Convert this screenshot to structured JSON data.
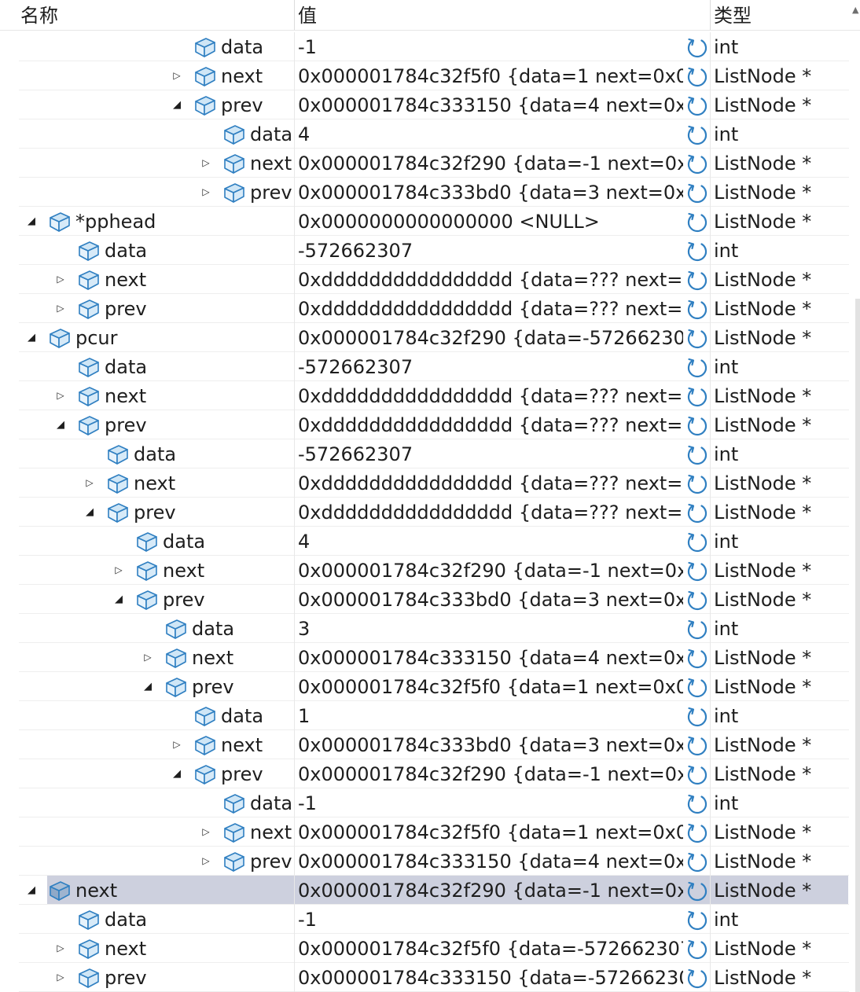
{
  "header": {
    "name": "名称",
    "value": "值",
    "type": "类型"
  },
  "colors": {
    "icon_fill": "#cfe6f6",
    "icon_stroke": "#2f7fc1",
    "refresh": "#2f7fc1",
    "selected_row": "#cdd0de"
  },
  "icons": {
    "object": "object-box-icon",
    "refresh": "refresh-icon",
    "expanded": "triangle-down-right",
    "collapsed": "triangle-right"
  },
  "rows": [
    {
      "depth": 6,
      "toggle": "none",
      "name": "data",
      "value": "-1",
      "type": "int"
    },
    {
      "depth": 6,
      "toggle": "collapsed",
      "name": "next",
      "value": "0x000001784c32f5f0 {data=1 next=0x00...",
      "type": "ListNode *"
    },
    {
      "depth": 6,
      "toggle": "expanded",
      "name": "prev",
      "value": "0x000001784c333150 {data=4 next=0x0...",
      "type": "ListNode *"
    },
    {
      "depth": 7,
      "toggle": "none",
      "name": "data",
      "value": "4",
      "type": "int"
    },
    {
      "depth": 7,
      "toggle": "collapsed",
      "name": "next",
      "value": "0x000001784c32f290 {data=-1 next=0x0...",
      "type": "ListNode *"
    },
    {
      "depth": 7,
      "toggle": "collapsed",
      "name": "prev",
      "value": "0x000001784c333bd0 {data=3 next=0x0...",
      "type": "ListNode *"
    },
    {
      "depth": 1,
      "toggle": "expanded",
      "name": "*pphead",
      "value": "0x0000000000000000 <NULL>",
      "type": "ListNode *"
    },
    {
      "depth": 2,
      "toggle": "none",
      "name": "data",
      "value": "-572662307",
      "type": "int"
    },
    {
      "depth": 2,
      "toggle": "collapsed",
      "name": "next",
      "value": "0xdddddddddddddddd {data=??? next=?...",
      "type": "ListNode *"
    },
    {
      "depth": 2,
      "toggle": "collapsed",
      "name": "prev",
      "value": "0xdddddddddddddddd {data=??? next=?...",
      "type": "ListNode *"
    },
    {
      "depth": 1,
      "toggle": "expanded",
      "name": "pcur",
      "value": "0x000001784c32f290 {data=-572662307 ...",
      "type": "ListNode *"
    },
    {
      "depth": 2,
      "toggle": "none",
      "name": "data",
      "value": "-572662307",
      "type": "int"
    },
    {
      "depth": 2,
      "toggle": "collapsed",
      "name": "next",
      "value": "0xdddddddddddddddd {data=??? next=?...",
      "type": "ListNode *"
    },
    {
      "depth": 2,
      "toggle": "expanded",
      "name": "prev",
      "value": "0xdddddddddddddddd {data=??? next=?...",
      "type": "ListNode *"
    },
    {
      "depth": 3,
      "toggle": "none",
      "name": "data",
      "value": "-572662307",
      "type": "int"
    },
    {
      "depth": 3,
      "toggle": "collapsed",
      "name": "next",
      "value": "0xdddddddddddddddd {data=??? next=?...",
      "type": "ListNode *"
    },
    {
      "depth": 3,
      "toggle": "expanded",
      "name": "prev",
      "value": "0xdddddddddddddddd {data=??? next=?...",
      "type": "ListNode *"
    },
    {
      "depth": 4,
      "toggle": "none",
      "name": "data",
      "value": "4",
      "type": "int"
    },
    {
      "depth": 4,
      "toggle": "collapsed",
      "name": "next",
      "value": "0x000001784c32f290 {data=-1 next=0x0...",
      "type": "ListNode *"
    },
    {
      "depth": 4,
      "toggle": "expanded",
      "name": "prev",
      "value": "0x000001784c333bd0 {data=3 next=0x0...",
      "type": "ListNode *"
    },
    {
      "depth": 5,
      "toggle": "none",
      "name": "data",
      "value": "3",
      "type": "int"
    },
    {
      "depth": 5,
      "toggle": "collapsed",
      "name": "next",
      "value": "0x000001784c333150 {data=4 next=0x0...",
      "type": "ListNode *"
    },
    {
      "depth": 5,
      "toggle": "expanded",
      "name": "prev",
      "value": "0x000001784c32f5f0 {data=1 next=0x00...",
      "type": "ListNode *"
    },
    {
      "depth": 6,
      "toggle": "none",
      "name": "data",
      "value": "1",
      "type": "int"
    },
    {
      "depth": 6,
      "toggle": "collapsed",
      "name": "next",
      "value": "0x000001784c333bd0 {data=3 next=0x0...",
      "type": "ListNode *"
    },
    {
      "depth": 6,
      "toggle": "expanded",
      "name": "prev",
      "value": "0x000001784c32f290 {data=-1 next=0x0...",
      "type": "ListNode *"
    },
    {
      "depth": 7,
      "toggle": "none",
      "name": "data",
      "value": "-1",
      "type": "int"
    },
    {
      "depth": 7,
      "toggle": "collapsed",
      "name": "next",
      "value": "0x000001784c32f5f0 {data=1 next=0x00...",
      "type": "ListNode *"
    },
    {
      "depth": 7,
      "toggle": "collapsed",
      "name": "prev",
      "value": "0x000001784c333150 {data=4 next=0x0...",
      "type": "ListNode *"
    },
    {
      "depth": 1,
      "toggle": "expanded",
      "name": "next",
      "value": "0x000001784c32f290 {data=-1 next=0x0...",
      "type": "ListNode *",
      "selected": true
    },
    {
      "depth": 2,
      "toggle": "none",
      "name": "data",
      "value": "-1",
      "type": "int"
    },
    {
      "depth": 2,
      "toggle": "collapsed",
      "name": "next",
      "value": "0x000001784c32f5f0 {data=-572662307 ...",
      "type": "ListNode *"
    },
    {
      "depth": 2,
      "toggle": "collapsed",
      "name": "prev",
      "value": "0x000001784c333150 {data=-572662307...",
      "type": "ListNode *"
    }
  ]
}
